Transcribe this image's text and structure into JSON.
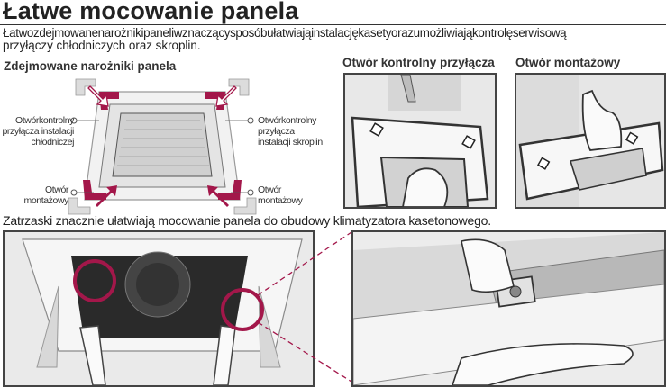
{
  "title": "Łatwe mocowanie panela",
  "intro": {
    "line1": "Łatwozdejmowanenarożnikipanelіwznaczącysposóbułatwiająinstalacjękasetyorazumożliwiająkontrolęserwisową",
    "line2": "przyłączy chłodniczych oraz skroplin."
  },
  "sections": {
    "corners": "Zdejmowane narożniki panela",
    "control_hole": "Otwór kontrolny przyłącza",
    "mounting_hole": "Otwór montażowy"
  },
  "diagram_labels": {
    "left_top": "Otwórkontrolny przyłącza instalacji chłodniczej",
    "right_top": "Otwórkontrolny przyłącza instalacji skroplin",
    "left_bottom": "Otwór montażowy",
    "right_bottom": "Otwór montażowy"
  },
  "caption": "Zatrzaski znacznie ułatwiają mocowanie panela do obudowy klimatyzatora kasetonowego.",
  "colors": {
    "accent": "#a3174a",
    "arrow_fill": "#ffffff",
    "text": "#222222",
    "photo_border": "#444444"
  }
}
